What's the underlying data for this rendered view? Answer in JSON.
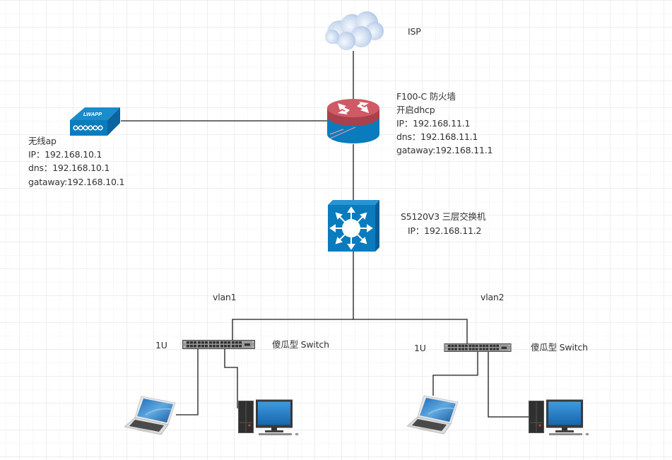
{
  "diagram": {
    "nodes": {
      "isp": {
        "label": "ISP",
        "icon": "cloud-icon"
      },
      "firewall": {
        "icon": "router-firewall-icon",
        "lines": [
          "F100-C 防火墙",
          "开启dhcp",
          "IP：192.168.11.1",
          "dns：192.168.11.1",
          "gataway:192.168.11.1"
        ]
      },
      "wireless_ap": {
        "icon": "lwapp-access-point-icon",
        "lines": [
          "无线ap",
          "IP：192.168.10.1",
          "dns：192.168.10.1",
          "gataway:192.168.10.1"
        ]
      },
      "core_switch": {
        "icon": "layer3-switch-icon",
        "lines": [
          "S5120V3 三层交换机",
          "IP：192.168.11.2"
        ]
      },
      "switch_vlan1": {
        "icon": "rack-switch-icon",
        "vlan_label": "vlan1",
        "unit_label": "1U",
        "label": "傻瓜型 Switch"
      },
      "switch_vlan2": {
        "icon": "rack-switch-icon",
        "vlan_label": "vlan2",
        "unit_label": "1U",
        "label": "傻瓜型 Switch"
      },
      "laptop_vlan1": {
        "icon": "laptop-icon"
      },
      "desktop_vlan1": {
        "icon": "desktop-pc-icon"
      },
      "laptop_vlan2": {
        "icon": "laptop-icon"
      },
      "desktop_vlan2": {
        "icon": "desktop-pc-icon"
      }
    },
    "edges": [
      {
        "from": "isp",
        "to": "firewall"
      },
      {
        "from": "wireless_ap",
        "to": "firewall"
      },
      {
        "from": "firewall",
        "to": "core_switch"
      },
      {
        "from": "core_switch",
        "to": "switch_vlan1"
      },
      {
        "from": "core_switch",
        "to": "switch_vlan2"
      },
      {
        "from": "switch_vlan1",
        "to": "laptop_vlan1"
      },
      {
        "from": "switch_vlan1",
        "to": "desktop_vlan1"
      },
      {
        "from": "switch_vlan2",
        "to": "laptop_vlan2"
      },
      {
        "from": "switch_vlan2",
        "to": "desktop_vlan2"
      }
    ],
    "colors": {
      "device_blue": "#0a7bbd",
      "router_red": "#c8545f",
      "line": "#1a1a1a",
      "text": "#333333",
      "grid_minor": "#f0f0f0",
      "grid_major": "#dddddd"
    }
  }
}
